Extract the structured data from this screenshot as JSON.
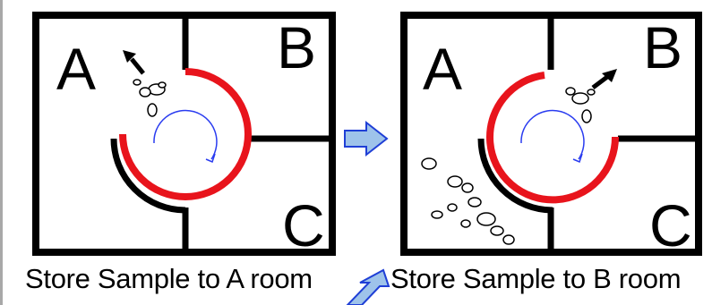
{
  "panel_a": {
    "room_labels": {
      "a": "A",
      "b": "B",
      "c": "C"
    },
    "caption": "Store Sample to A room"
  },
  "panel_b": {
    "room_labels": {
      "a": "A",
      "b": "B",
      "c": "C"
    },
    "caption": "Store Sample to B room"
  },
  "colors": {
    "wall": "#000000",
    "rotor_ring": "#e8141c",
    "rotation_arrow": "#2a3cf0",
    "flow_arrow_fill": "#9ec3ea",
    "flow_arrow_stroke": "#1f3fd6"
  },
  "icons": {
    "flow_arrow": "right-arrow-icon",
    "flow_arrow_diagonal": "down-left-arrow-icon",
    "sample_direction": "sample-direction-arrow-icon",
    "rotation": "clockwise-rotation-icon"
  }
}
